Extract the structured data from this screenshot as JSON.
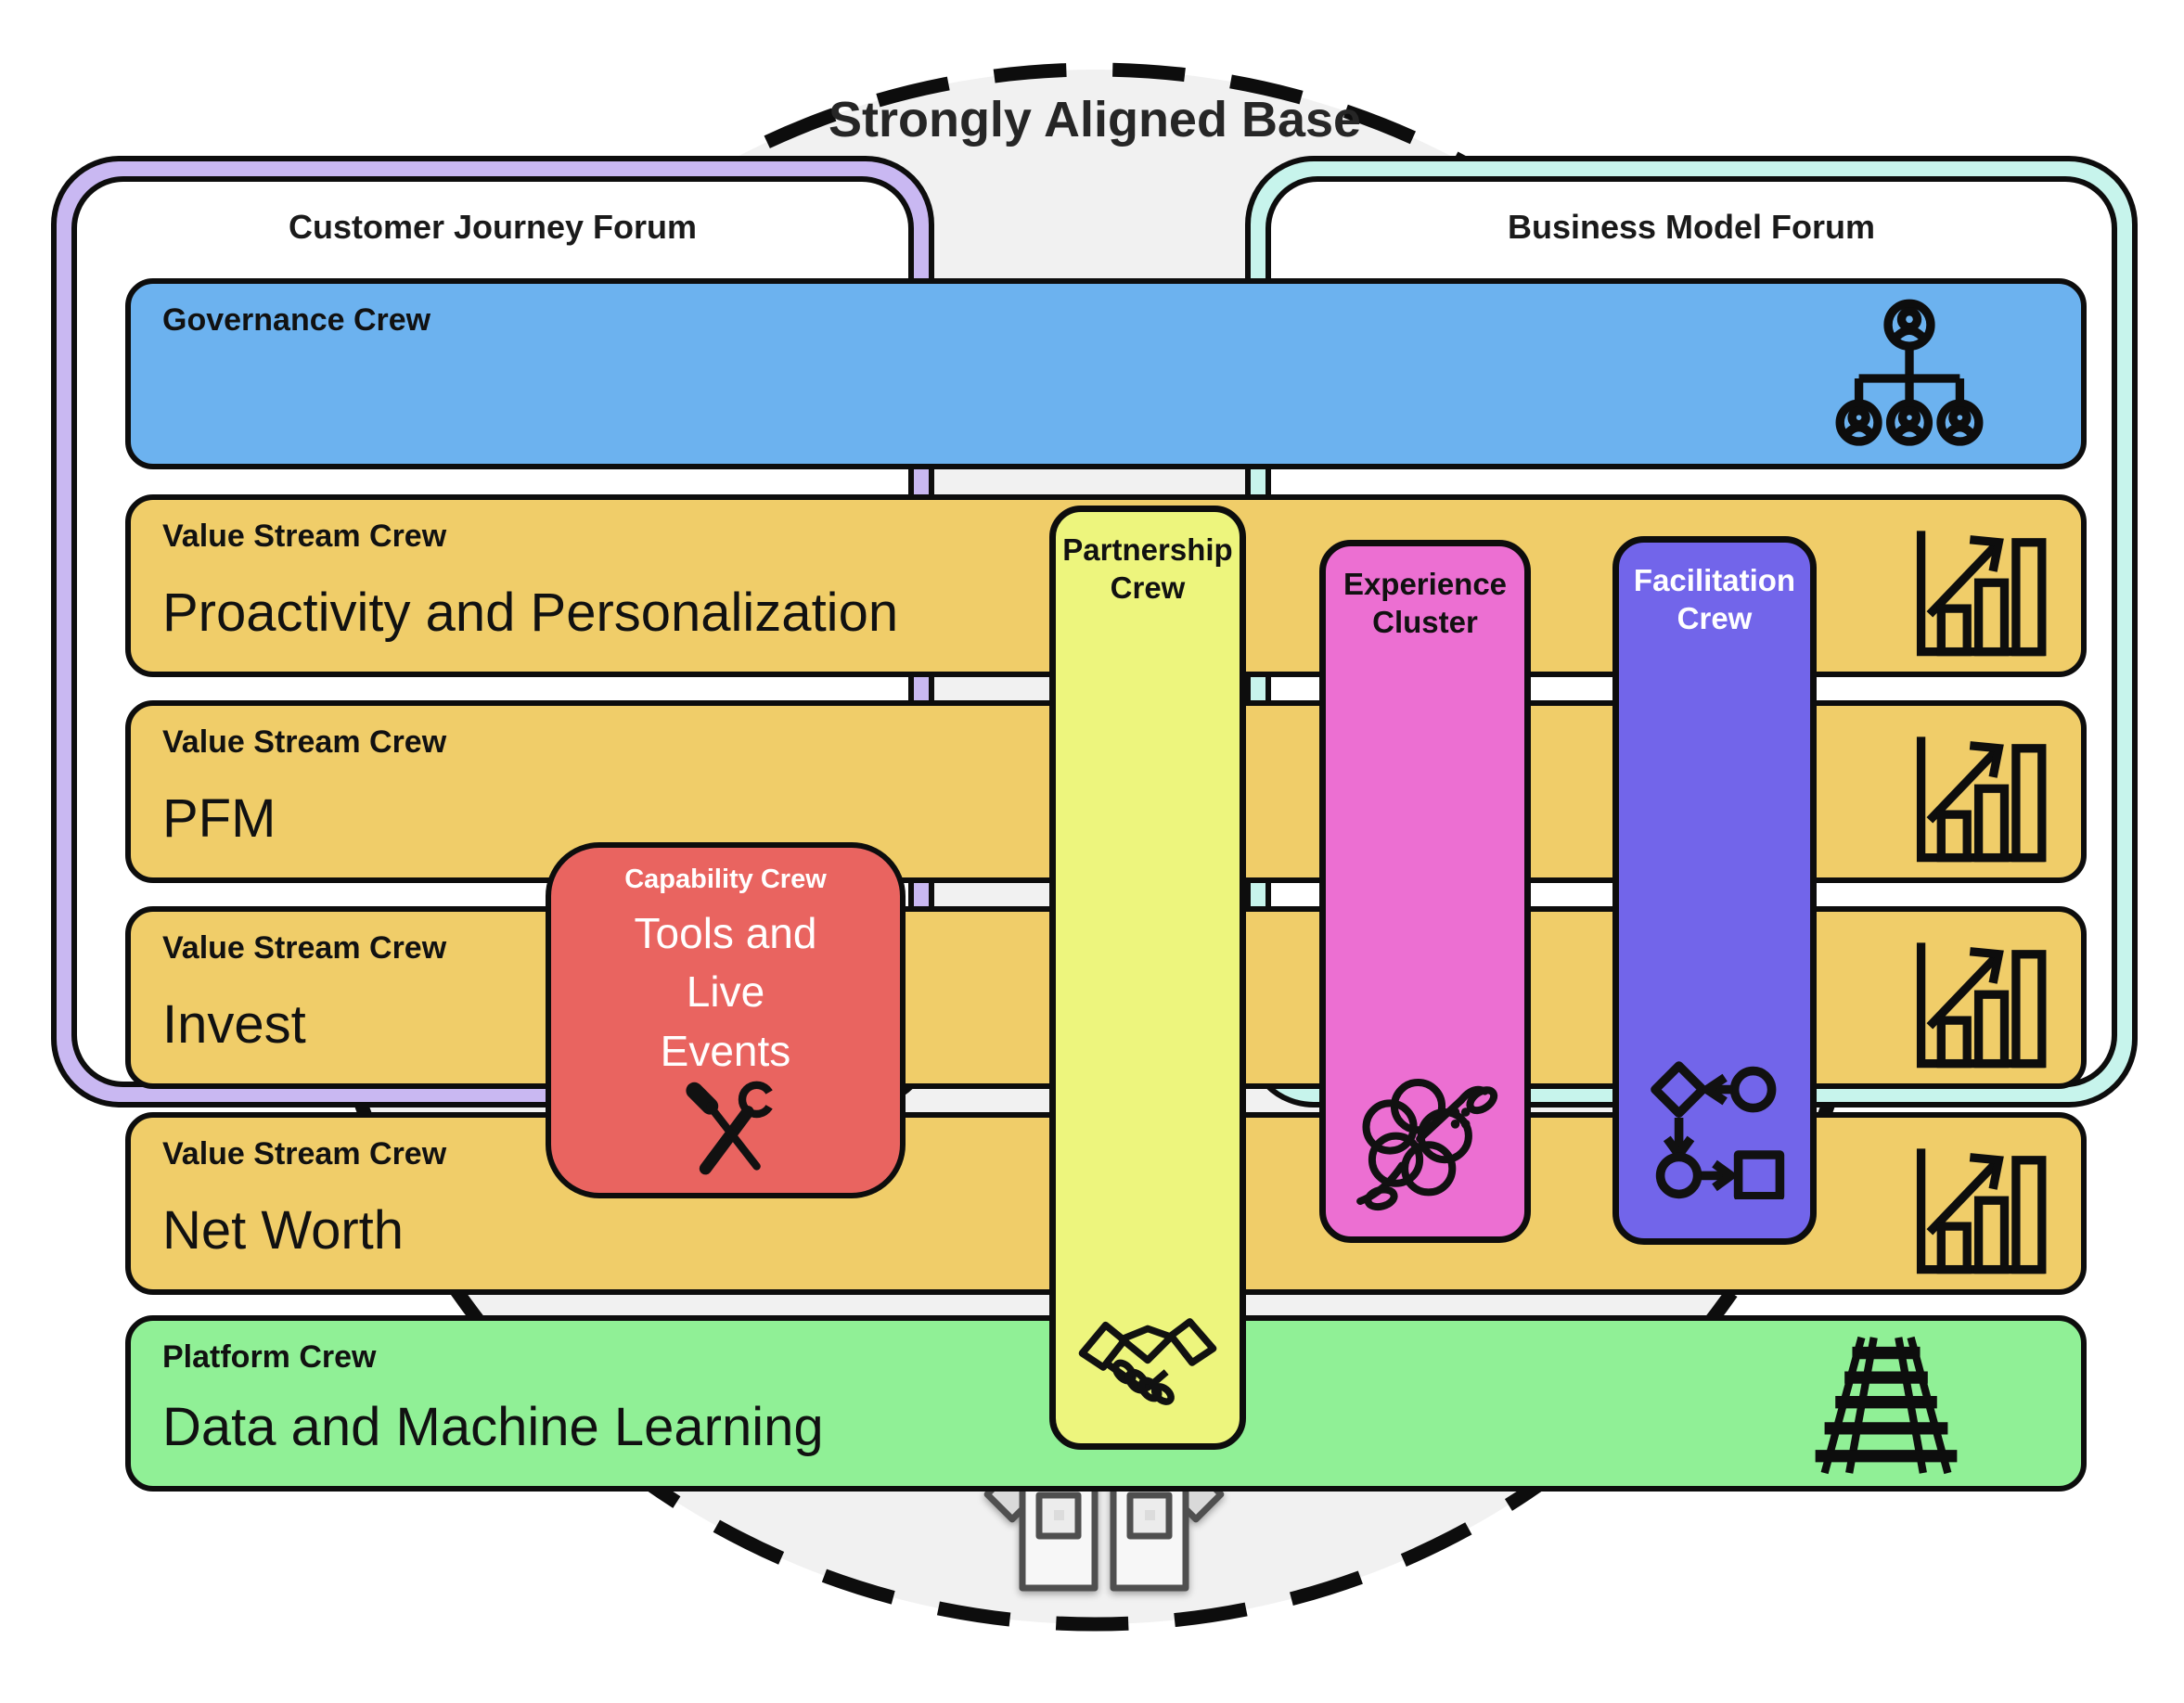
{
  "base": {
    "title": "Strongly Aligned Base"
  },
  "forums": {
    "left": {
      "label": "Customer Journey Forum",
      "border_color": "#c9b8f2"
    },
    "right": {
      "label": "Business Model Forum",
      "border_color": "#c7f4ec"
    }
  },
  "bars": {
    "governance": {
      "type_label": "Governance Crew",
      "icon": "org-chart-icon",
      "color": "#6cb2ef"
    },
    "value_streams": [
      {
        "type_label": "Value Stream Crew",
        "name": "Proactivity and Personalization",
        "icon": "growth-chart-icon",
        "color": "#f0cd69"
      },
      {
        "type_label": "Value Stream Crew",
        "name": "PFM",
        "icon": "growth-chart-icon",
        "color": "#f0cd69"
      },
      {
        "type_label": "Value Stream Crew",
        "name": "Invest",
        "icon": "growth-chart-icon",
        "color": "#f0cd69"
      },
      {
        "type_label": "Value Stream Crew",
        "name": "Net Worth",
        "icon": "growth-chart-icon",
        "color": "#f0cd69"
      }
    ],
    "platform": {
      "type_label": "Platform Crew",
      "name": "Data and Machine Learning",
      "icon": "railway-icon",
      "color": "#90f096"
    }
  },
  "capability_box": {
    "type_label": "Capability Crew",
    "name": "Tools and Live Events",
    "name_lines": [
      "Tools and",
      "Live",
      "Events"
    ],
    "icon": "tools-icon",
    "color": "#e96460"
  },
  "vertical_crews": [
    {
      "label": "Partnership Crew",
      "icon": "handshake-icon",
      "color": "#edf57d",
      "text_color": "#111111"
    },
    {
      "label": "Experience Cluster",
      "icon": "hibiscus-icon",
      "color": "#ec6fd2",
      "text_color": "#111111"
    },
    {
      "label": "Facilitation Crew",
      "icon": "flowchart-icon",
      "color": "#7265ea",
      "text_color": "#ffffff"
    }
  ],
  "background": {
    "circle_fill": "#f1f1f1",
    "circle_border": "#0d0d0d",
    "house_icon": "house-icon"
  }
}
